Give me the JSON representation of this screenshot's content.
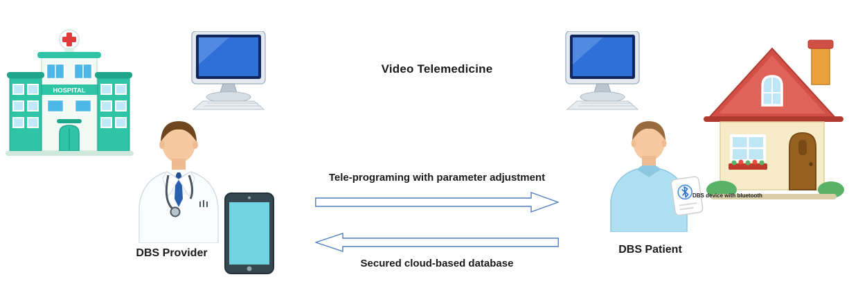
{
  "title": "Video Telemedicine",
  "provider": {
    "label": "DBS Provider",
    "hospital_sign": "HOSPITAL"
  },
  "patient": {
    "label": "DBS Patient",
    "device_note": "DBS device with bluetooth"
  },
  "flows": {
    "to_patient": "Tele-programing with parameter adjustment",
    "to_provider": "Secured cloud-based database"
  },
  "icons": {
    "provider_side": [
      "hospital-building-icon",
      "desktop-computer-icon",
      "doctor-avatar-icon",
      "tablet-icon"
    ],
    "patient_side": [
      "desktop-computer-icon",
      "patient-avatar-icon",
      "house-icon",
      "bluetooth-icon"
    ],
    "arrows": [
      "right-arrow-icon",
      "left-arrow-icon"
    ]
  },
  "colors": {
    "arrow_outline": "#4d7ebf",
    "arrow_fill": "#ffffff",
    "monitor_screen": "#2f6fd8",
    "hospital_teal": "#2ec4a5",
    "window_blue": "#4db8e8",
    "house_roof": "#d14f44",
    "house_wall": "#f6ecc8",
    "door_brown": "#96601f",
    "tablet_screen": "#6fd4e0",
    "shirt_blue": "#aee0f2",
    "text": "#1a1a1a"
  }
}
